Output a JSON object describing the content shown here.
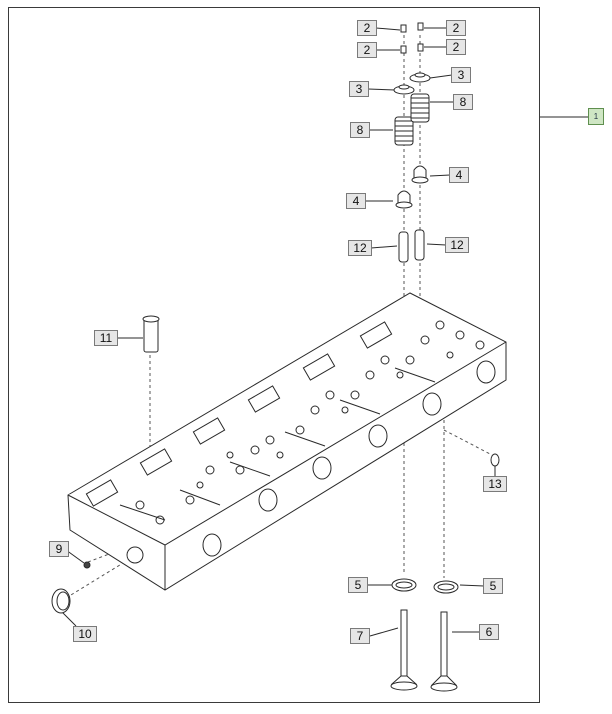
{
  "diagram": {
    "reference_label": "1",
    "callouts": {
      "c2a": "2",
      "c2b": "2",
      "c2c": "2",
      "c2d": "2",
      "c3a": "3",
      "c3b": "3",
      "c8a": "8",
      "c8b": "8",
      "c4a": "4",
      "c4b": "4",
      "c12a": "12",
      "c12b": "12",
      "c11": "11",
      "c13": "13",
      "c9": "9",
      "c10": "10",
      "c5a": "5",
      "c5b": "5",
      "c7": "7",
      "c6": "6"
    },
    "colors": {
      "line": "#2a2a2a",
      "label_bg": "#e6e6e6",
      "ref_bg": "#cfe6c4"
    }
  }
}
